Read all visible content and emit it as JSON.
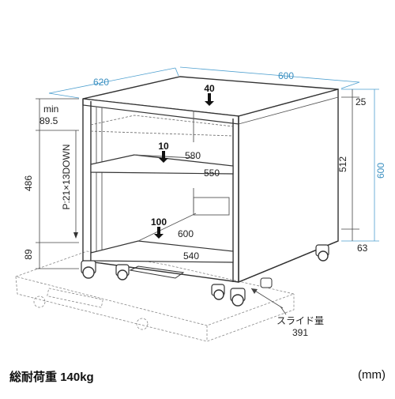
{
  "dimensions": {
    "depth": "620",
    "width": "600",
    "top_thickness": "25",
    "total_height_right": "600",
    "inner_height": "512",
    "caster_height": "63",
    "min_label": "min",
    "min_value": "89.5",
    "shelf_range": "486",
    "bottom_clearance": "89",
    "pitch": "P:21×13DOWN",
    "top_load": "40",
    "shelf_load": "10",
    "bottom_load": "100",
    "shelf_depth": "580",
    "shelf_width": "550",
    "bottom_depth": "600",
    "bottom_width": "540",
    "slide_label": "スライド量",
    "slide_value": "391"
  },
  "footer": {
    "load_label": "総耐荷重",
    "load_value": "140kg",
    "unit": "(mm)"
  }
}
